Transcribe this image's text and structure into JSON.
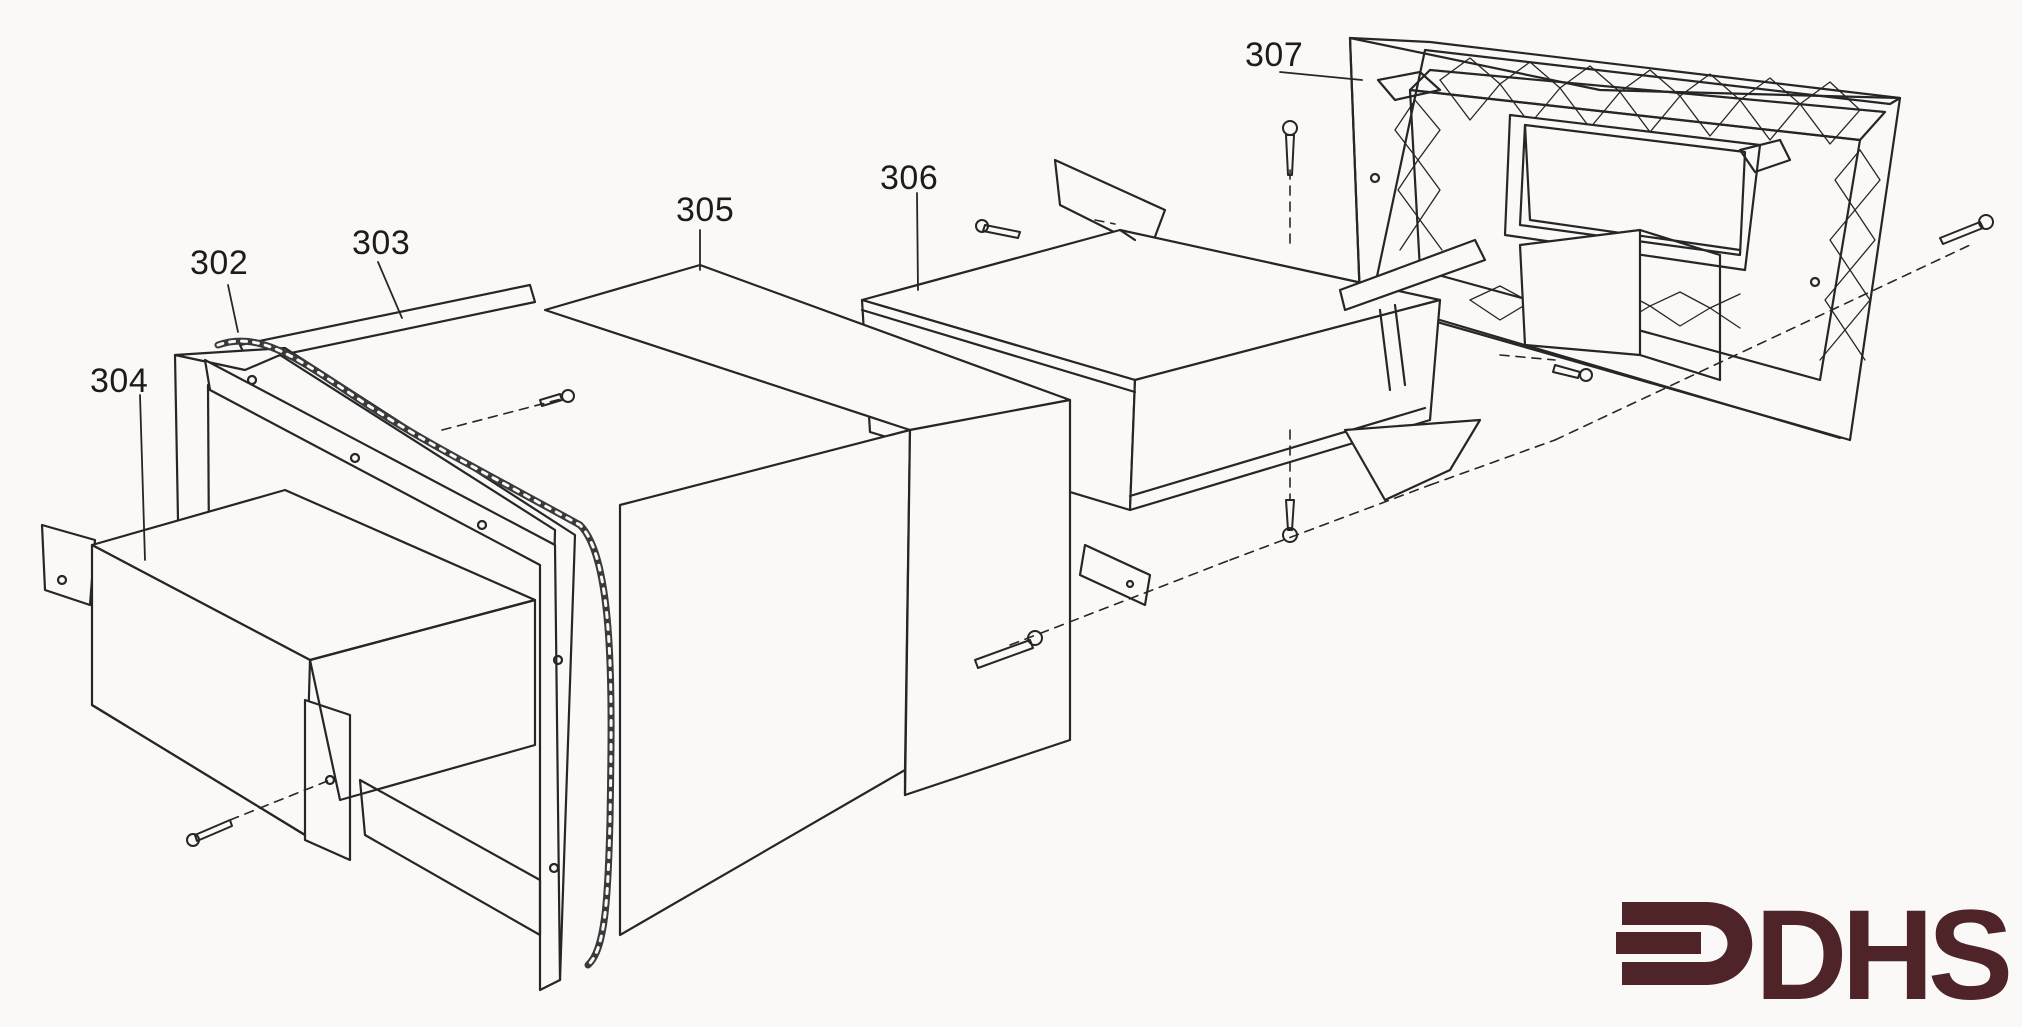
{
  "figure": {
    "callouts": {
      "c302": "302",
      "c303": "303",
      "c304": "304",
      "c305": "305",
      "c306": "306",
      "c307": "307"
    },
    "logo": {
      "text": "DHS",
      "color": "#4e2428"
    },
    "line_color": "#262626",
    "paper_color": "#fbf9f7"
  }
}
